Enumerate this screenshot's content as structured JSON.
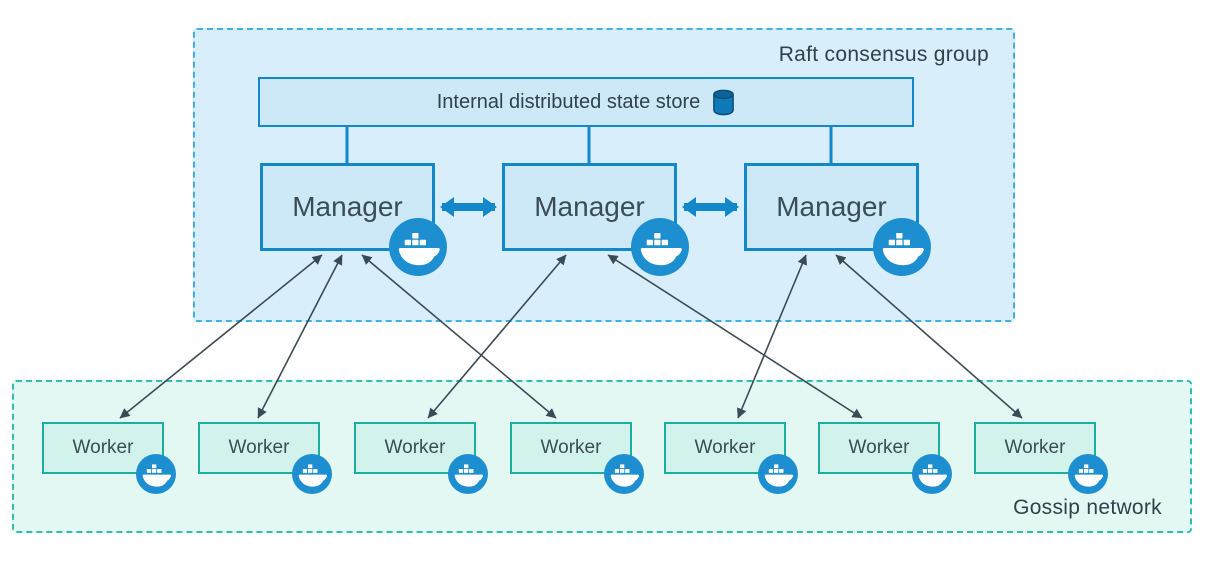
{
  "raft": {
    "label": "Raft consensus group",
    "state_store_label": "Internal distributed state store",
    "managers": [
      "Manager",
      "Manager",
      "Manager"
    ]
  },
  "gossip": {
    "label": "Gossip network",
    "workers": [
      "Worker",
      "Worker",
      "Worker",
      "Worker",
      "Worker",
      "Worker",
      "Worker"
    ]
  },
  "icons": {
    "state_store": "database-cylinder-icon",
    "node_badge": "docker-whale-icon"
  },
  "connections": {
    "store_to_managers": [
      "manager-1",
      "manager-2",
      "manager-3"
    ],
    "manager_peer_links": [
      [
        "manager-1",
        "manager-2"
      ],
      [
        "manager-2",
        "manager-3"
      ]
    ],
    "manager_worker_links": [
      [
        "manager-1",
        "worker-1"
      ],
      [
        "manager-1",
        "worker-2"
      ],
      [
        "manager-1",
        "worker-4"
      ],
      [
        "manager-2",
        "worker-3"
      ],
      [
        "manager-2",
        "worker-6"
      ],
      [
        "manager-3",
        "worker-5"
      ],
      [
        "manager-3",
        "worker-7"
      ]
    ]
  },
  "colors": {
    "raft_fill": "#d9eefb",
    "raft_border": "#41b1e4",
    "node_fill": "#cde9f8",
    "node_border": "#1287c9",
    "gossip_fill": "#e3f8f3",
    "gossip_border": "#2fbfae",
    "worker_fill": "#d2f3ec",
    "worker_border": "#1caf9f",
    "docker_blue": "#1d8fd0",
    "arrow": "#3b4b55",
    "text": "#31414b"
  }
}
